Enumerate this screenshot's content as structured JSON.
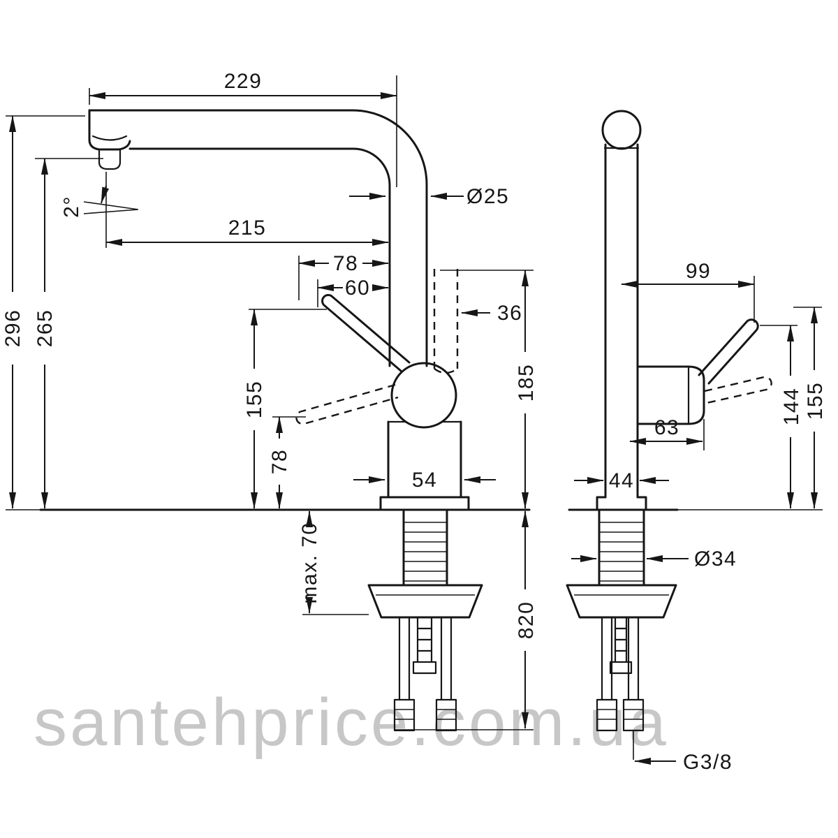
{
  "watermark": {
    "text": "santehprice.com.ua"
  },
  "diagram": {
    "dimensions": {
      "dim_229": "229",
      "dim_dia25": "Ø25",
      "dim_215": "215",
      "dim_78_h": "78",
      "dim_60": "60",
      "dim_36": "36",
      "dim_angle2": "2°",
      "dim_296": "296",
      "dim_265": "265",
      "dim_155_left": "155",
      "dim_78_v": "78",
      "dim_54": "54",
      "dim_185": "185",
      "dim_max70": "max. 70",
      "dim_820": "820",
      "dim_99": "99",
      "dim_144": "144",
      "dim_155_right": "155",
      "dim_63": "63",
      "dim_44": "44",
      "dim_dia34": "Ø34",
      "dim_g38": "G3/8"
    }
  }
}
